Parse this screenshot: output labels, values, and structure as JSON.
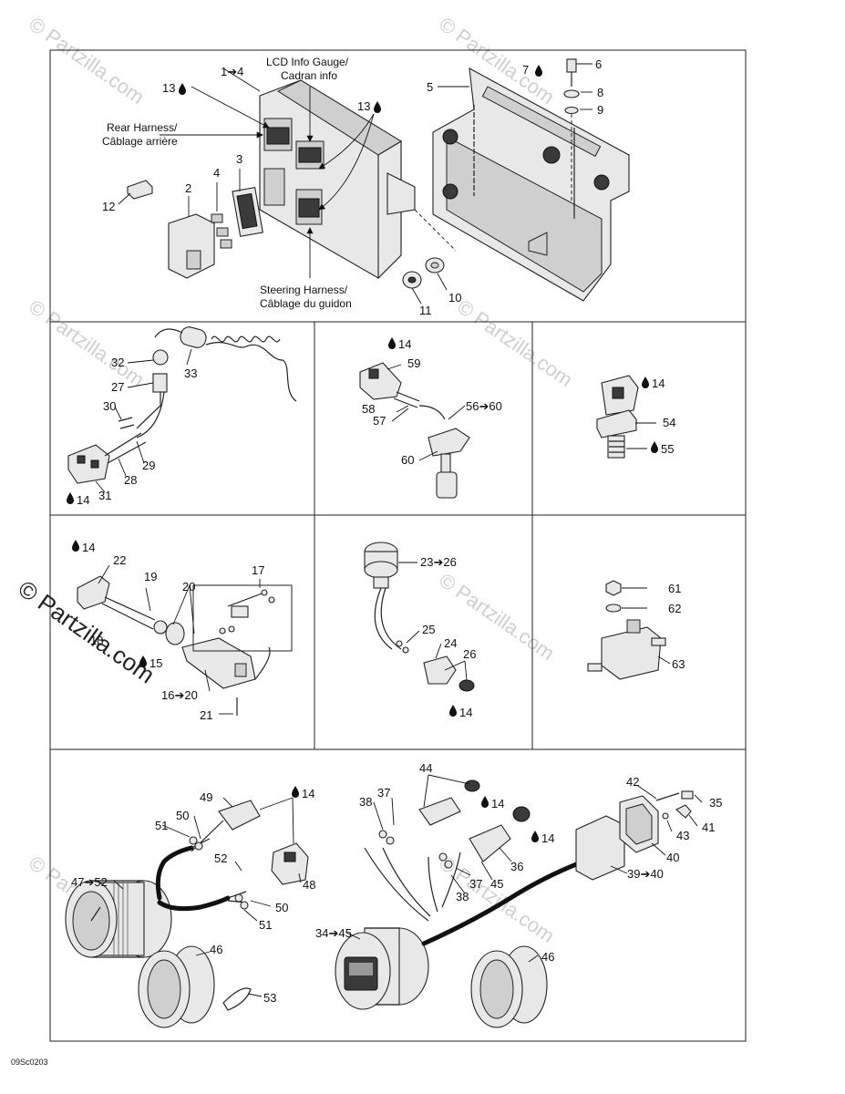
{
  "watermark": "© Partzilla.com",
  "drawing_ref": "09Sc0203",
  "captions": {
    "lcd_1": "LCD Info Gauge/",
    "lcd_2": "Cadran info",
    "rear_1": "Rear Harness/",
    "rear_2": "Câblage arrière",
    "steer_1": "Steering Harness/",
    "steer_2": "Câblage du guidon"
  },
  "callouts": {
    "c1": "1➔4",
    "c2": "2",
    "c3": "3",
    "c4": "4",
    "c5": "5",
    "c6": "6",
    "c7": "7",
    "c8": "8",
    "c9": "9",
    "c10": "10",
    "c11": "11",
    "c12": "12",
    "c13a": "13",
    "c13b": "13",
    "c14a": "14",
    "c14b": "14",
    "c14c": "14",
    "c14d": "14",
    "c14e": "14",
    "c14f": "14",
    "c14g": "14",
    "c14h": "14",
    "c15": "15",
    "c16": "16➔20",
    "c17": "17",
    "c18": "18",
    "c19": "19",
    "c20": "20",
    "c21": "21",
    "c22": "22",
    "c23": "23➔26",
    "c24": "24",
    "c25": "25",
    "c26": "26",
    "c27": "27",
    "c28": "28",
    "c29": "29",
    "c30": "30",
    "c31": "31",
    "c32": "32",
    "c33": "33",
    "c34": "34➔45",
    "c35": "35",
    "c36": "36",
    "c37a": "37",
    "c37b": "37",
    "c38a": "38",
    "c38b": "38",
    "c39": "39➔40",
    "c40": "40",
    "c41": "41",
    "c42": "42",
    "c43": "43",
    "c44": "44",
    "c45": "45",
    "c46a": "46",
    "c46b": "46",
    "c47": "47➔52",
    "c48": "48",
    "c49": "49",
    "c50a": "50",
    "c50b": "50",
    "c51a": "51",
    "c51b": "51",
    "c52": "52",
    "c53": "53",
    "c54": "54",
    "c55": "55",
    "c56": "56➔60",
    "c57": "57",
    "c58": "58",
    "c59": "59",
    "c60": "60",
    "c61": "61",
    "c62": "62",
    "c63": "63"
  }
}
